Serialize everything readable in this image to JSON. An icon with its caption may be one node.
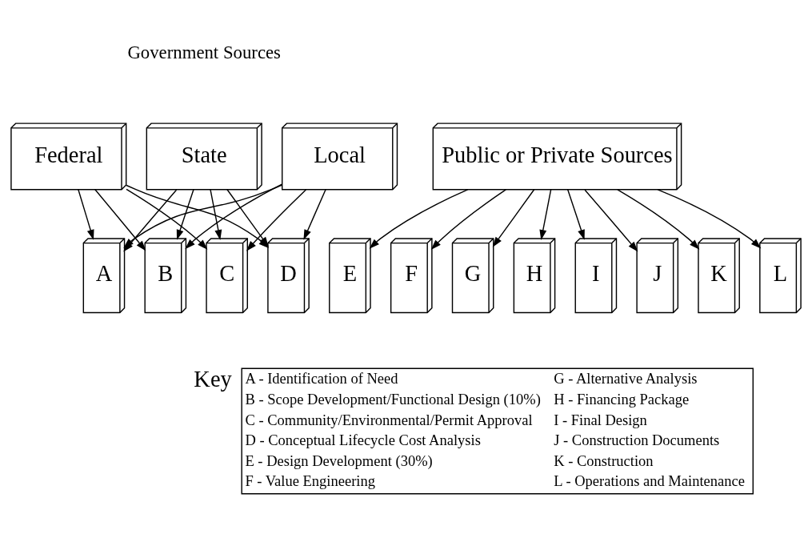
{
  "diagram": {
    "nodes": [
      {
        "text": [
          "Federal"
        ]
      },
      {
        "text": [
          "State"
        ]
      },
      {
        "text": [
          "Local"
        ]
      },
      {
        "text": [
          "Public or Private Sources"
        ]
      },
      {
        "text": [
          "A"
        ]
      },
      {
        "text": [
          "B"
        ]
      },
      {
        "text": [
          "C"
        ]
      },
      {
        "text": [
          "D"
        ]
      },
      {
        "text": [
          "E"
        ]
      },
      {
        "text": [
          "F"
        ]
      },
      {
        "text": [
          "G"
        ]
      },
      {
        "text": [
          "H"
        ]
      },
      {
        "text": [
          "I"
        ]
      },
      {
        "text": [
          "J"
        ]
      },
      {
        "text": [
          "K"
        ]
      },
      {
        "text": [
          "L"
        ]
      },
      {
        "text": [
          "Key",
          "A - Identification of Need",
          "B - Scope Development/Functional Design (10%)",
          "C - Community/Environmental/Permit Approval",
          "D - Conceptual Lifecycle Cost Analysis",
          "E - Design Development (30%)",
          "F - Value Engineering",
          "G - Alternative Analysis",
          "H - Financing Package",
          "I - Final Design",
          "J - Construction Documents",
          "K - Construction",
          "L - Operations and Maintenance"
        ]
      }
    ],
    "edges": [
      {
        "from": 0,
        "to": 4,
        "arrow": "to"
      },
      {
        "from": 0,
        "to": 5,
        "arrow": "to"
      },
      {
        "from": 0,
        "to": 6,
        "arrow": "to"
      },
      {
        "from": 0,
        "to": 7,
        "arrow": "to"
      },
      {
        "from": 1,
        "to": 4,
        "arrow": "to"
      },
      {
        "from": 1,
        "to": 5,
        "arrow": "to"
      },
      {
        "from": 1,
        "to": 6,
        "arrow": "to"
      },
      {
        "from": 1,
        "to": 7,
        "arrow": "to"
      },
      {
        "from": 2,
        "to": 4,
        "arrow": "to"
      },
      {
        "from": 2,
        "to": 5,
        "arrow": "to"
      },
      {
        "from": 2,
        "to": 6,
        "arrow": "to"
      },
      {
        "from": 2,
        "to": 7,
        "arrow": "to"
      },
      {
        "from": 3,
        "to": 8,
        "arrow": "to"
      },
      {
        "from": 3,
        "to": 9,
        "arrow": "to"
      },
      {
        "from": 3,
        "to": 10,
        "arrow": "to"
      },
      {
        "from": 3,
        "to": 11,
        "arrow": "to"
      },
      {
        "from": 3,
        "to": 12,
        "arrow": "to"
      },
      {
        "from": 3,
        "to": 13,
        "arrow": "to"
      },
      {
        "from": 3,
        "to": 14,
        "arrow": "to"
      },
      {
        "from": 3,
        "to": 15,
        "arrow": "to"
      }
    ],
    "labels": [
      "Government Sources"
    ]
  }
}
